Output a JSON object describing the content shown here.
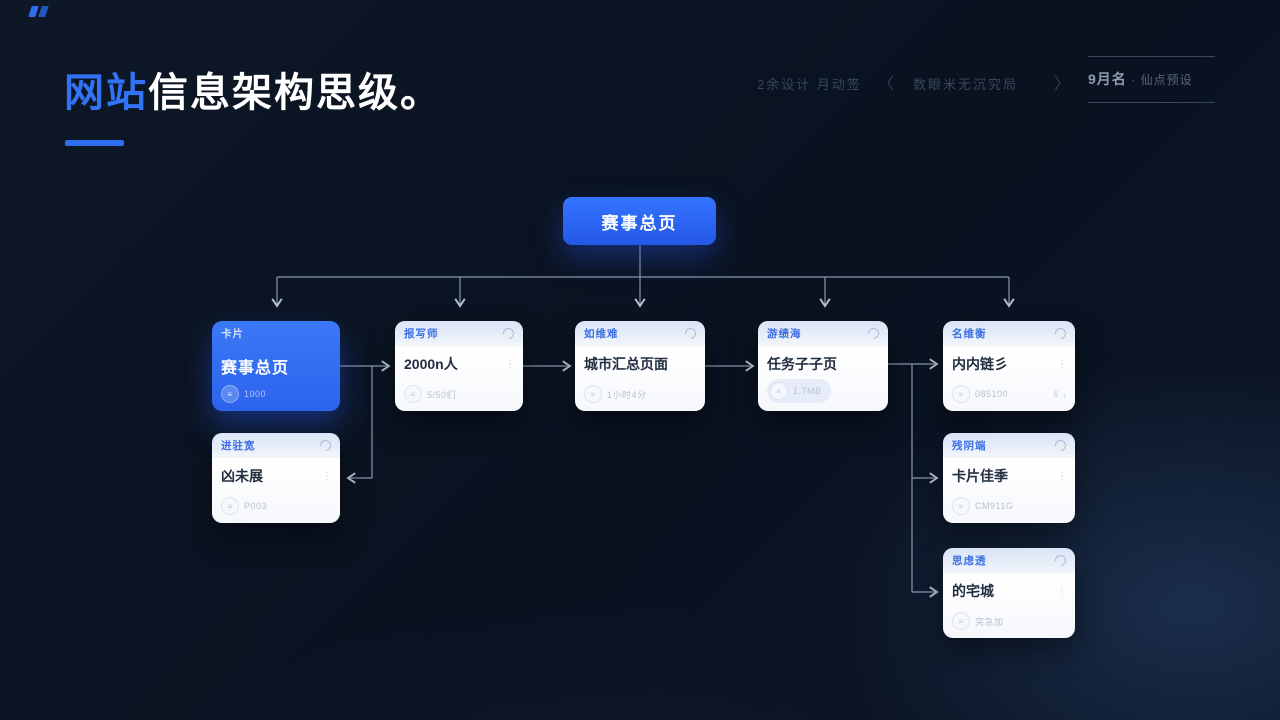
{
  "colors": {
    "background": "#0a1220",
    "accent": "#2e6cf0",
    "card_header_text": "#3e6fe2",
    "line": "#9db0c6"
  },
  "header": {
    "title_highlight": "网站",
    "title_rest": "信息架构思级。",
    "nav": {
      "item1": "2余设计 月动签",
      "chevron_left": "〈",
      "item2": "数眼米无沉究局",
      "chevron_right": "〉",
      "right_primary": "9月名",
      "right_secondary": "· 仙点预设"
    }
  },
  "root_node": {
    "label": "赛事总页"
  },
  "cards": [
    {
      "label": "卡片",
      "title": "赛事总页",
      "badge": "1000",
      "pill_icon": "≡"
    },
    {
      "label": "报写师",
      "title": "2000n人",
      "badge": "5/50们",
      "dots": "⋮",
      "pill_icon": "≡"
    },
    {
      "label": "如维难",
      "title": "城市汇总页面",
      "badge": "1小时4分",
      "dots": "⋮",
      "pill_icon": "≡"
    },
    {
      "label": "游绩海",
      "title": "任务子子页",
      "badge": "1.7MB",
      "dots": "⋮",
      "pill_icon": "≡"
    },
    {
      "label": "名维衡",
      "title": "内内链彡",
      "badge": "085100",
      "dots": "⋮",
      "pill_icon": "≡",
      "extra_a": "6",
      "extra_b": "↓"
    },
    {
      "label": "进驻宽",
      "title": "凶未展",
      "badge": "P003",
      "dots": "⋮",
      "pill_icon": "≡"
    },
    {
      "label": "残阴端",
      "title": "卡片佳季",
      "badge": "CM911G",
      "dots": "⋮",
      "pill_icon": "≡"
    },
    {
      "label": "思虑透",
      "title": "的宅城",
      "badge": "突急加",
      "dots": "⋮",
      "pill_icon": "≡"
    }
  ]
}
